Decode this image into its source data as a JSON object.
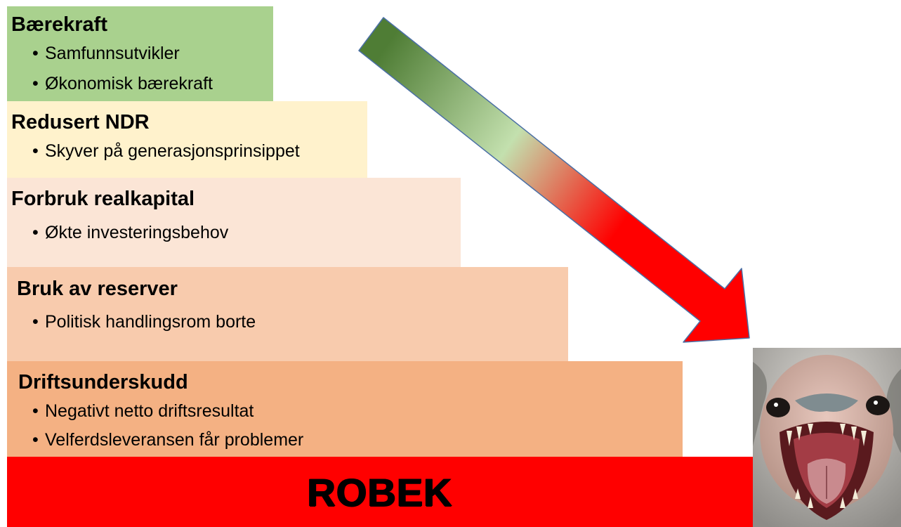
{
  "steps": [
    {
      "title": "Bærekraft",
      "bullets": [
        "Samfunnsutvikler",
        "Økonomisk bærekraft"
      ],
      "color": "#a9d18e"
    },
    {
      "title": "Redusert NDR",
      "bullets": [
        "Skyver på generasjonsprinsippet"
      ],
      "color": "#fff2cc"
    },
    {
      "title": "Forbruk realkapital",
      "bullets": [
        "Økte investeringsbehov"
      ],
      "color": "#fbe5d6"
    },
    {
      "title": "Bruk av reserver",
      "bullets": [
        "Politisk handlingsrom borte"
      ],
      "color": "#f8cbad"
    },
    {
      "title": "Driftsunderskudd",
      "bullets": [
        "Negativt netto driftsresultat",
        "Velferdsleveransen får problemer"
      ],
      "color": "#f4b183"
    }
  ],
  "bottom": {
    "label": "ROBEK",
    "color": "#ff0000"
  },
  "arrow": {
    "gradient_colors": [
      "#4f7d35",
      "#c3e0ae",
      "#ff0000"
    ],
    "icon": "down-right-arrow-icon"
  },
  "image": {
    "icon": "ostrich-icon"
  }
}
